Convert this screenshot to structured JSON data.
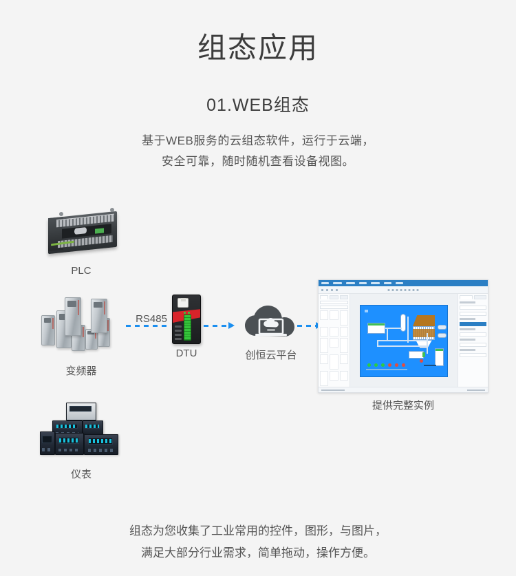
{
  "page": {
    "background_color": "#f4f4f4",
    "main_title": "组态应用",
    "sub_title": "01.WEB组态",
    "description_lines": [
      "基于WEB服务的云组态软件，运行于云端，",
      "安全可靠，随时随机查看设备视图。"
    ],
    "footer_lines": [
      "组态为您收集了工业常用的控件，图形，与图片，",
      "满足大部分行业需求，简单拖动，操作方便。"
    ]
  },
  "diagram": {
    "devices": [
      {
        "id": "plc",
        "label": "PLC",
        "icon": "plc-module-icon"
      },
      {
        "id": "inverter",
        "label": "变频器",
        "icon": "frequency-inverter-icon"
      },
      {
        "id": "meter",
        "label": "仪表",
        "icon": "digital-meter-icon"
      }
    ],
    "gateway": {
      "label": "DTU",
      "icon": "dtu-gateway-icon"
    },
    "cloud": {
      "label": "创恒云平台",
      "icon": "cloud-laptop-icon"
    },
    "connections": [
      {
        "from": "devices",
        "to": "DTU",
        "label": "RS485",
        "style": "dashed",
        "color": "#1b8ff0"
      },
      {
        "from": "DTU",
        "to": "cloud",
        "label": "",
        "style": "dashed-arrow",
        "color": "#1b8ff0"
      },
      {
        "from": "cloud",
        "to": "software",
        "label": "",
        "style": "dashed-arrow",
        "color": "#1b8ff0"
      }
    ],
    "software_caption": "提供完整实例",
    "accent_color": "#1b8ff0"
  },
  "software_window": {
    "title_bar_color": "#2b7fc4",
    "canvas_color": "#1e90ff",
    "panels": {
      "left_panel": "component-library",
      "center_panel": "hmi-canvas",
      "right_panel": "properties"
    }
  }
}
